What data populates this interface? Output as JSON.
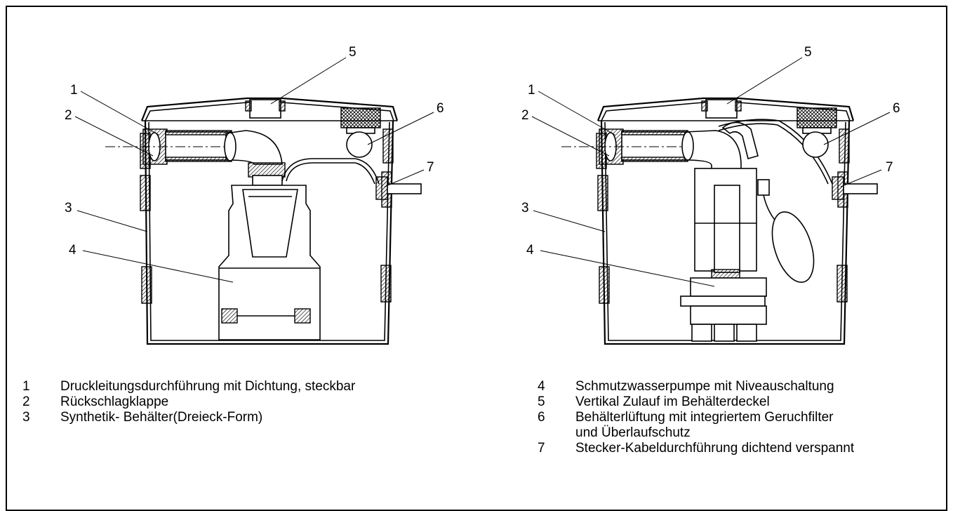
{
  "callouts": {
    "left": [
      "1",
      "2",
      "3",
      "4",
      "5",
      "6",
      "7"
    ],
    "right": [
      "1",
      "2",
      "3",
      "4",
      "5",
      "6",
      "7"
    ]
  },
  "legend": {
    "left": [
      {
        "num": "1",
        "text": "Druckleitungsdurchführung mit Dichtung, steckbar"
      },
      {
        "num": "2",
        "text": "Rückschlagklappe"
      },
      {
        "num": "3",
        "text": "Synthetik- Behälter(Dreieck-Form)"
      }
    ],
    "right": [
      {
        "num": "4",
        "text": "Schmutzwasserpumpe mit Niveauschaltung"
      },
      {
        "num": "5",
        "text": "Vertikal Zulauf im Behälterdeckel"
      },
      {
        "num": "6",
        "text": "Behälterlüftung mit integriertem Geruchfilter"
      },
      {
        "num": "",
        "text": "und Überlaufschutz"
      },
      {
        "num": "7",
        "text": "Stecker-Kabeldurchführung dichtend verspannt"
      }
    ]
  }
}
